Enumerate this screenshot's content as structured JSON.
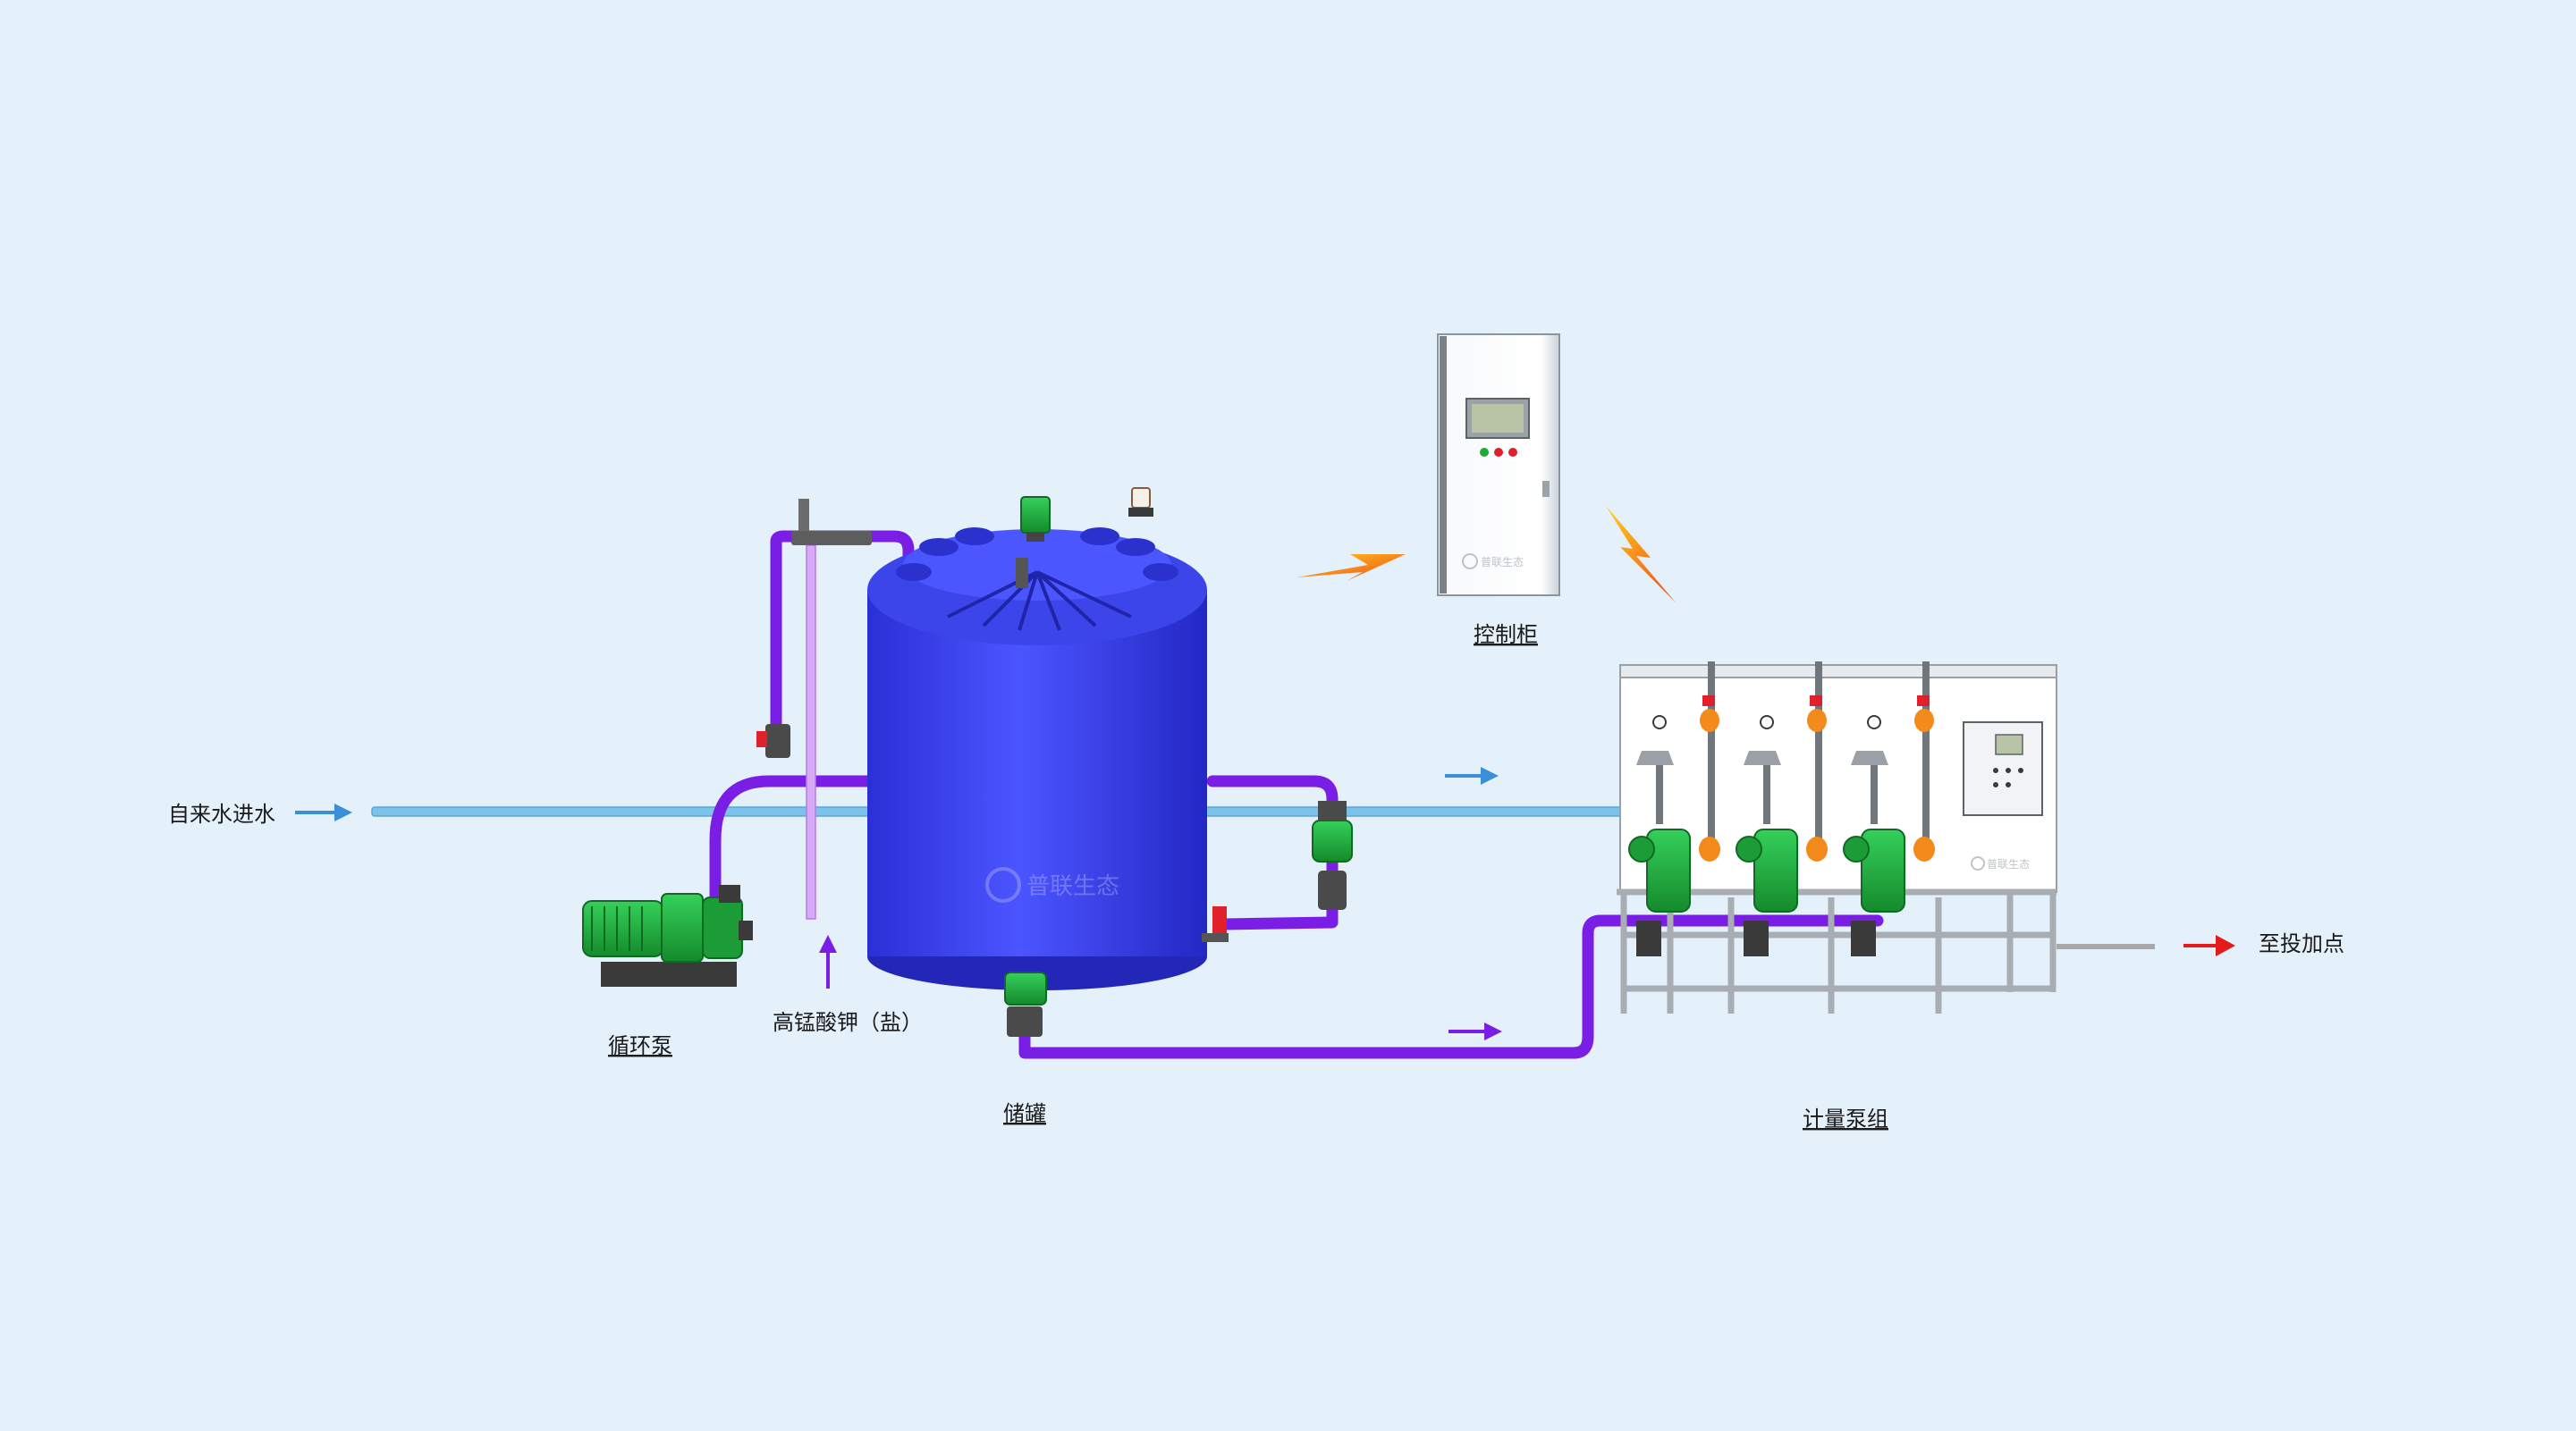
{
  "labels": {
    "water_inlet": "自来水进水",
    "circulation_pump": "循环泵",
    "chemical": "高锰酸钾（盐）",
    "storage_tank": "储罐",
    "control_cabinet": "控制柜",
    "metering_pump_group": "计量泵组",
    "to_dosing_point": "至投加点"
  },
  "watermark": {
    "tank": "普联生态",
    "cabinet": "普联生态",
    "skid": "普联生态"
  },
  "colors": {
    "background": "#e4f0fa",
    "purple_pipe": "#7a1ee6",
    "water_pipe": "#7cc3ec",
    "tank_body": "#3540f2",
    "pump_green": "#1faa3c",
    "valve_red": "#e0202a",
    "fitting_orange": "#f28a1c",
    "arrow_blue": "#3b8fd8",
    "arrow_red": "#e31b1b",
    "lightning": "#f26a1c"
  }
}
